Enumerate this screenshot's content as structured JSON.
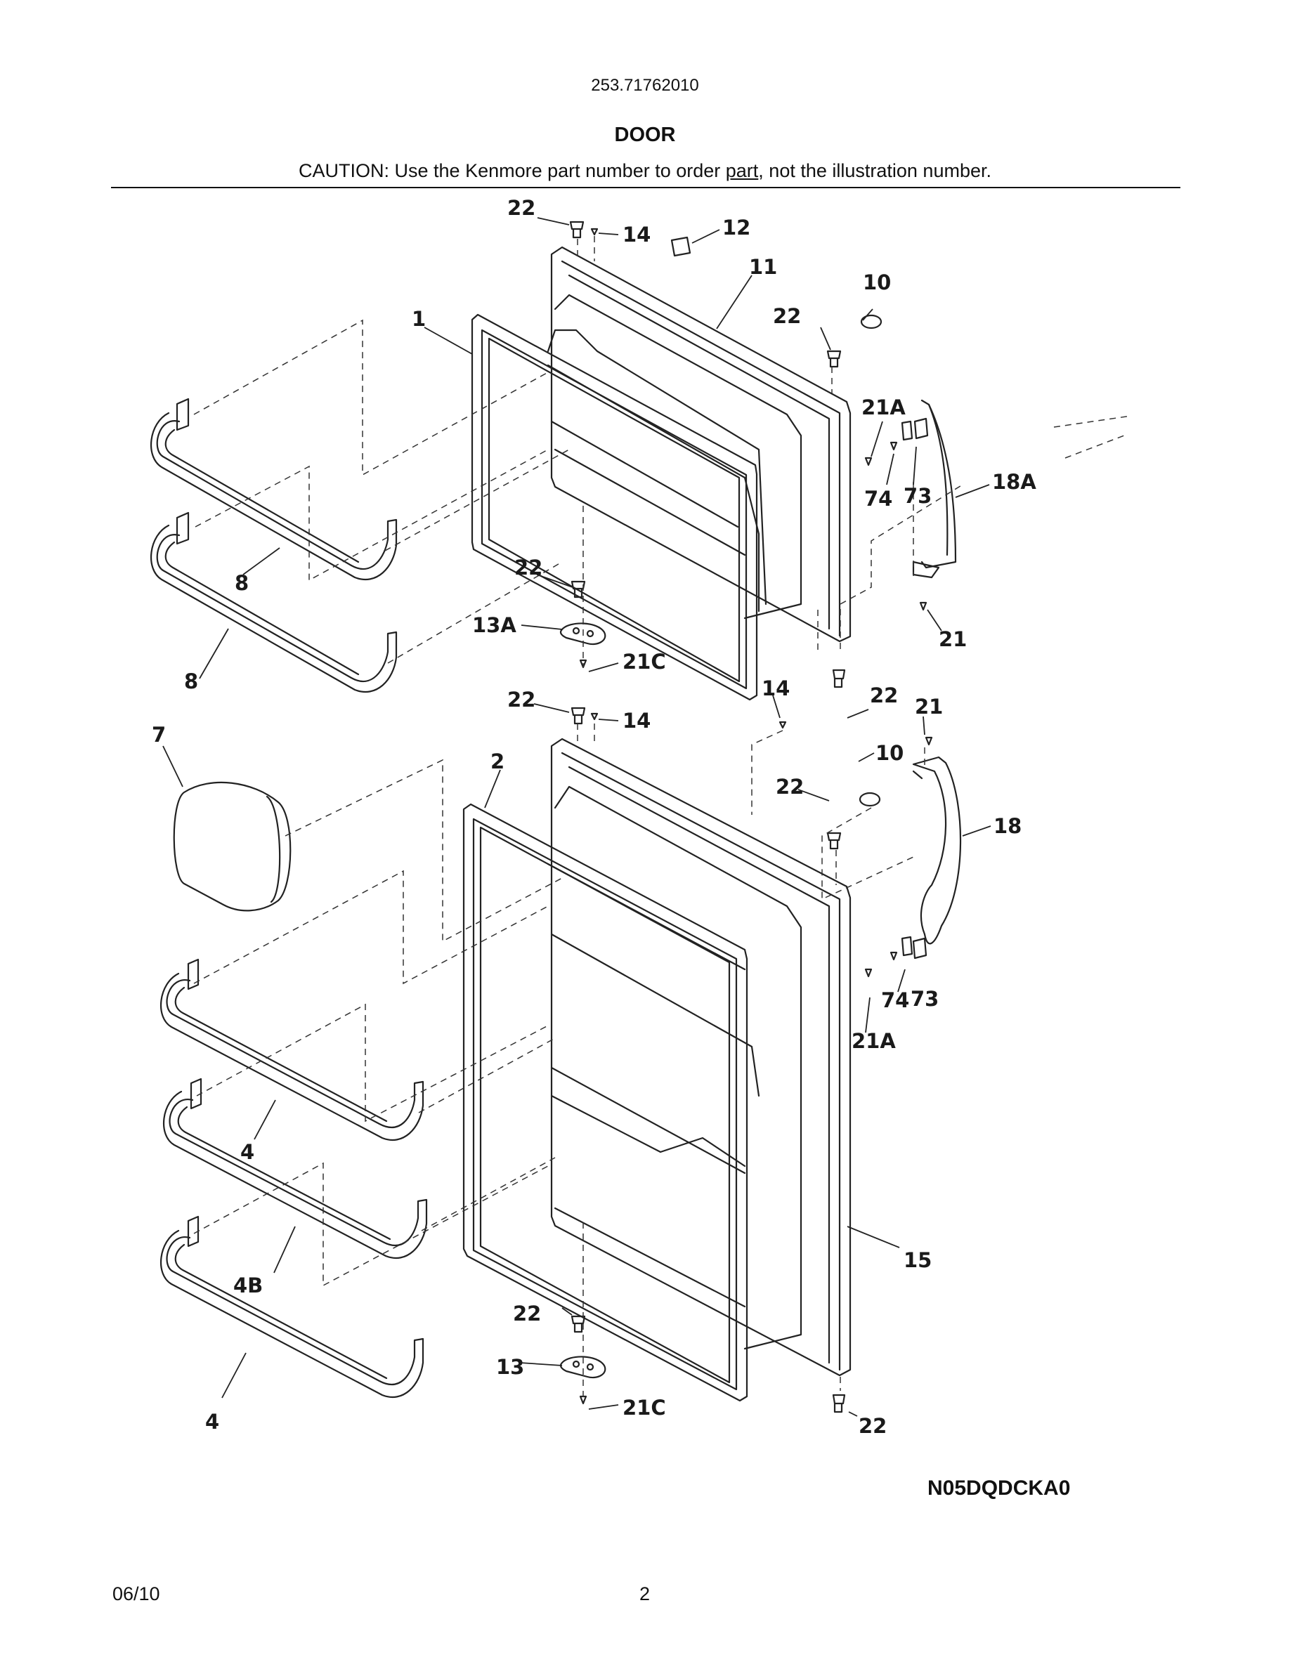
{
  "header": {
    "model_number": "253.71762010",
    "section_title": "DOOR",
    "caution_prefix": "CAUTION: Use the Kenmore part number to order ",
    "caution_link_word": "part",
    "caution_suffix": ", not the illustration number."
  },
  "diagram": {
    "callouts": [
      "22",
      "14",
      "12",
      "11",
      "10",
      "1",
      "22",
      "21A",
      "18A",
      "74",
      "73",
      "8",
      "22",
      "13A",
      "8",
      "21",
      "21C",
      "14",
      "22",
      "22",
      "14",
      "21",
      "7",
      "2",
      "10",
      "22",
      "18",
      "74",
      "73",
      "21A",
      "4",
      "4B",
      "15",
      "22",
      "13",
      "4",
      "21C",
      "22"
    ]
  },
  "footer": {
    "diagram_code": "N05DQDCKA0",
    "date": "06/10",
    "page_number": "2"
  }
}
